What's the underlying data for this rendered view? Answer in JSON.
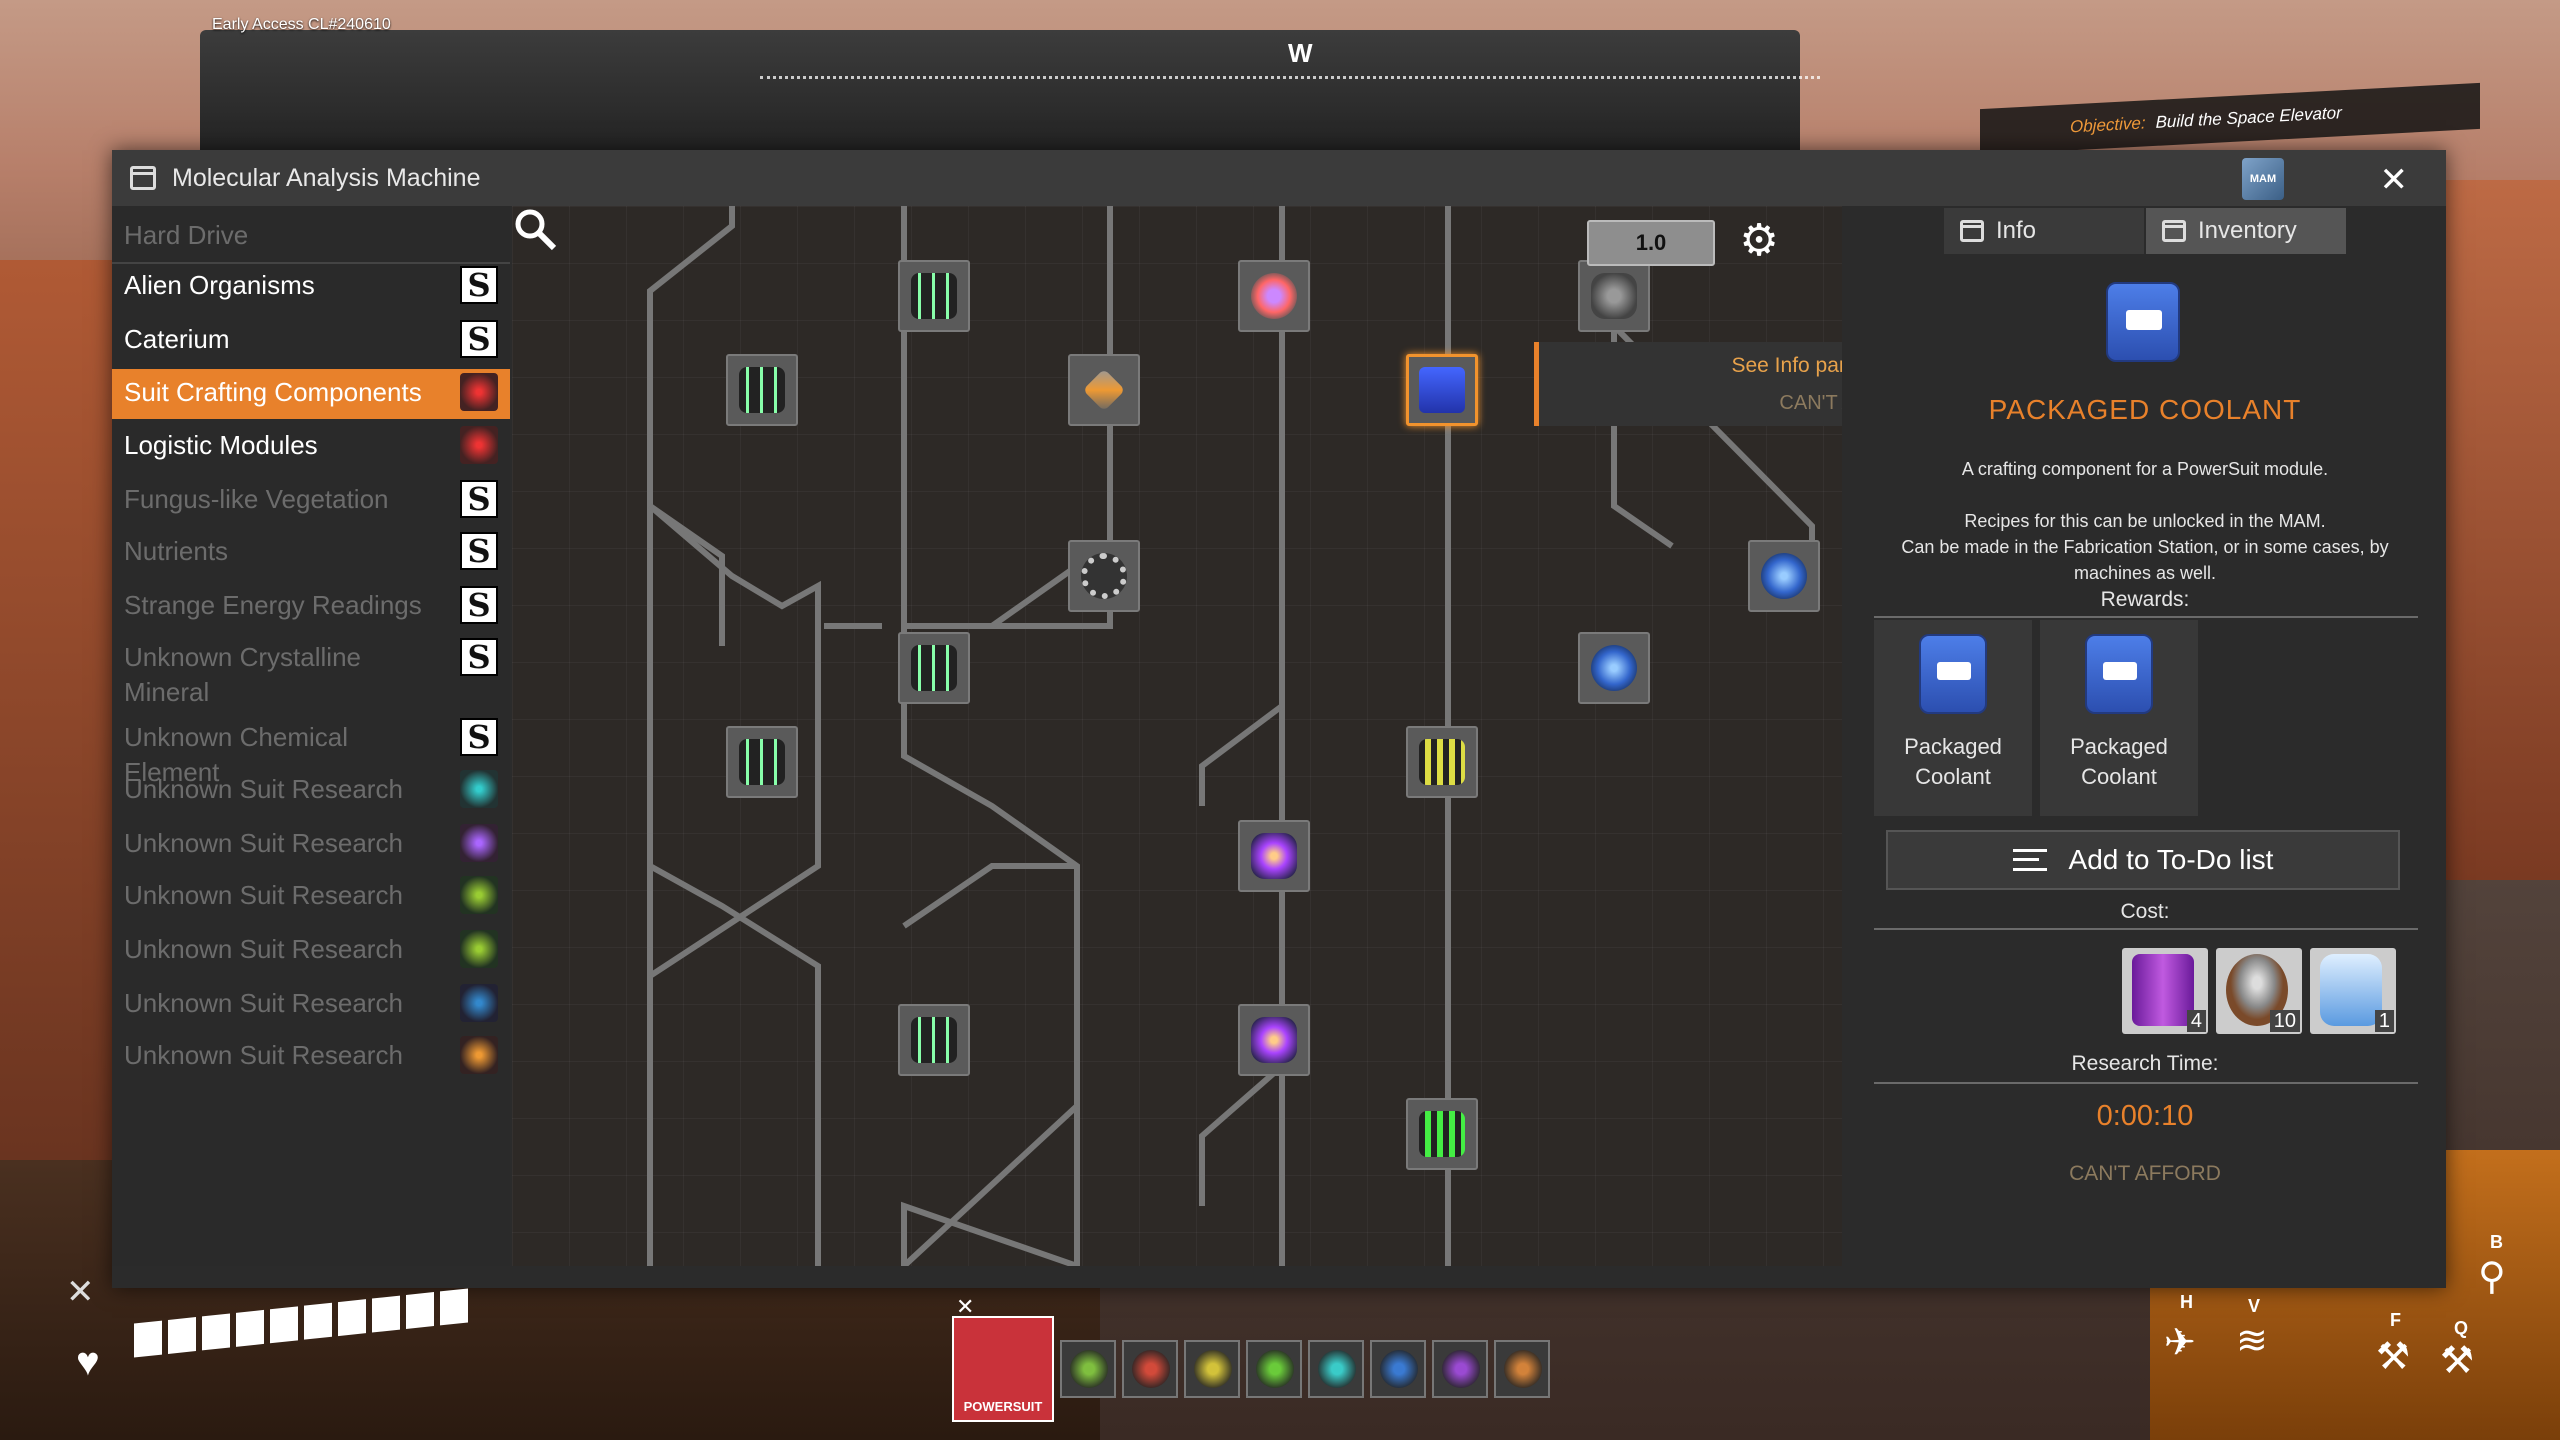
{
  "hud": {
    "build_id": "Early Access CL#240610",
    "compass_letter": "W",
    "objective_label": "Objective:",
    "objective_value": "Build the Space Elevator",
    "health_cells": 10,
    "key_h": "H",
    "key_v": "V",
    "key_b": "B",
    "key_f": "F",
    "key_q": "Q",
    "hotbar_main_label": "POWERSUIT",
    "hotbar_slots": [
      {
        "icon": "powersuit-all-modules-icon",
        "color": "#7fbf3f"
      },
      {
        "icon": "powersuit-module-icon",
        "color": "#d24a3a"
      },
      {
        "icon": "powersuit-module-icon",
        "color": "#d2c23a"
      },
      {
        "icon": "powersuit-mobility-icon",
        "color": "#6acb3a"
      },
      {
        "icon": "powersuit-flight-icon",
        "color": "#3acbc8"
      },
      {
        "icon": "powersuit-module-icon",
        "color": "#3a7ad2"
      },
      {
        "icon": "powersuit-module-icon",
        "color": "#9a4ad2"
      },
      {
        "icon": "powersuit-module-icon",
        "color": "#d2823a"
      }
    ]
  },
  "window": {
    "title": "Molecular Analysis Machine",
    "mam_badge": "MAM",
    "close_symbol": "✕"
  },
  "categories": [
    {
      "label": "Hard Drive",
      "state": "dim",
      "icon": "none"
    },
    {
      "label": "Alien Organisms",
      "state": "active",
      "icon": "s-icon"
    },
    {
      "label": "Caterium",
      "state": "active",
      "icon": "s-icon"
    },
    {
      "label": "Suit Crafting Components",
      "state": "selected",
      "icon": "orb-red"
    },
    {
      "label": "Logistic Modules",
      "state": "active",
      "icon": "orb-red"
    },
    {
      "label": "Fungus-like Vegetation",
      "state": "dim",
      "icon": "s-icon"
    },
    {
      "label": "Nutrients",
      "state": "dim",
      "icon": "s-icon"
    },
    {
      "label": "Strange Energy Readings",
      "state": "dim",
      "icon": "s-icon"
    },
    {
      "label": "Unknown Crystalline Mineral",
      "state": "dim",
      "icon": "s-icon"
    },
    {
      "label": "Unknown Chemical Element",
      "state": "dim",
      "icon": "s-icon"
    },
    {
      "label": "Unknown Suit Research",
      "state": "dim",
      "icon": "orb-teal"
    },
    {
      "label": "Unknown Suit Research",
      "state": "dim",
      "icon": "orb-purple"
    },
    {
      "label": "Unknown Suit Research",
      "state": "dim",
      "icon": "orb-green"
    },
    {
      "label": "Unknown Suit Research",
      "state": "dim",
      "icon": "orb-green"
    },
    {
      "label": "Unknown Suit Research",
      "state": "dim",
      "icon": "orb-blue"
    },
    {
      "label": "Unknown Suit Research",
      "state": "dim",
      "icon": "orb-orange"
    }
  ],
  "s_letter": "S",
  "tree": {
    "zoom": "1.0",
    "tooltip_info": "See Info panel to the right",
    "tooltip_cant": "CAN'T AFFORD"
  },
  "panel": {
    "tab_info": "Info",
    "tab_inventory": "Inventory",
    "item_name": "PACKAGED COOLANT",
    "description": "A crafting component for a PowerSuit module.",
    "unlock_note_1": "Recipes for this can be unlocked in the MAM.",
    "unlock_note_2": "Can be made in the Fabrication Station, or in some cases, by",
    "unlock_note_3": "machines as well.",
    "rewards_title": "Rewards:",
    "rewards": [
      {
        "name_line1": "Packaged",
        "name_line2": "Coolant",
        "icon": "packaged-coolant-icon"
      },
      {
        "name_line1": "Packaged",
        "name_line2": "Coolant",
        "icon": "packaged-coolant-icon"
      }
    ],
    "todo_label": "Add to To-Do list",
    "cost_title": "Cost:",
    "costs": [
      {
        "icon": "purple-barrel-icon",
        "qty": "4"
      },
      {
        "icon": "bowl-of-rocks-icon",
        "qty": "10"
      },
      {
        "icon": "water-jug-icon",
        "qty": "1"
      }
    ],
    "research_time_title": "Research Time:",
    "research_time": "0:00:10",
    "cant_afford": "CAN'T AFFORD"
  }
}
